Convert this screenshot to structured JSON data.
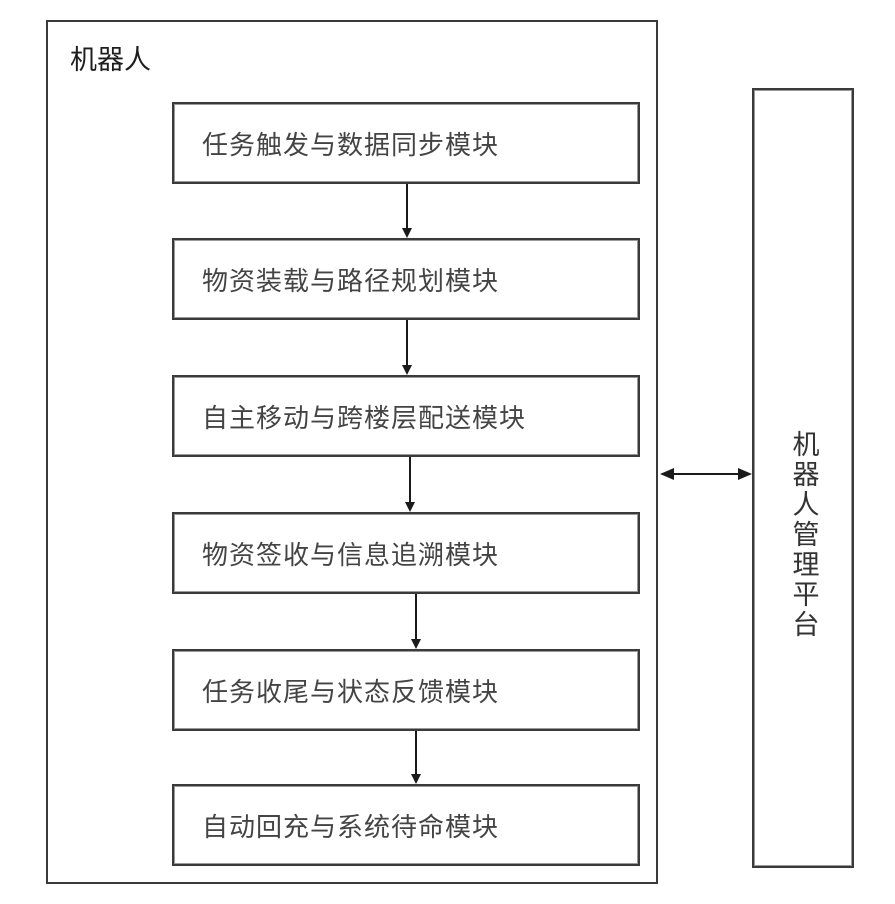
{
  "robot": {
    "title": "机器人",
    "modules": [
      "任务触发与数据同步模块",
      "物资装载与路径规划模块",
      "自主移动与跨楼层配送模块",
      "物资签收与信息追溯模块",
      "任务收尾与状态反馈模块",
      "自动回充与系统待命模块"
    ]
  },
  "platform": {
    "label": "机器人管理平台"
  }
}
